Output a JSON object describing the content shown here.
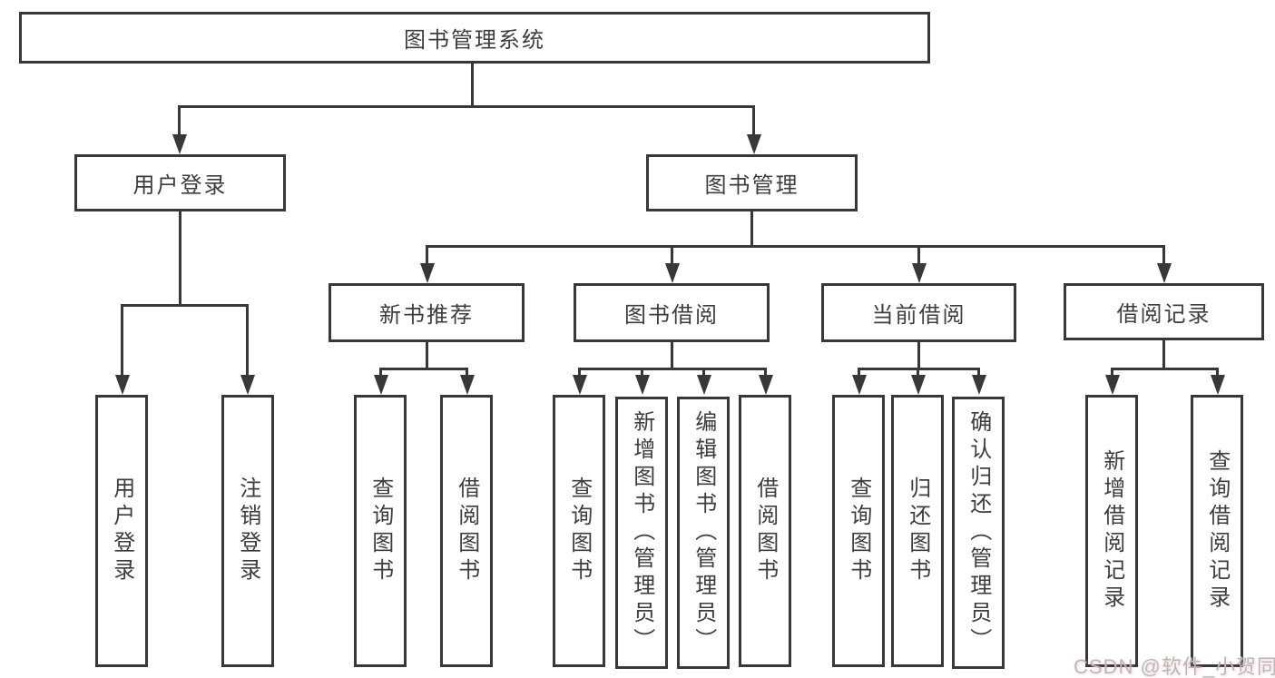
{
  "diagram": {
    "root": {
      "label": "图书管理系统"
    },
    "level1": [
      {
        "label": "用户登录"
      },
      {
        "label": "图书管理"
      }
    ],
    "level2": [
      {
        "label": "新书推荐"
      },
      {
        "label": "图书借阅"
      },
      {
        "label": "当前借阅"
      },
      {
        "label": "借阅记录"
      }
    ],
    "leaves": {
      "user_login": [
        {
          "label": "用户登录"
        },
        {
          "label": "注销登录"
        }
      ],
      "new_books": [
        {
          "label": "查询图书"
        },
        {
          "label": "借阅图书"
        }
      ],
      "book_borrow": [
        {
          "label": "查询图书"
        },
        {
          "label": "新增图书（管理员）"
        },
        {
          "label": "编辑图书（管理员）"
        },
        {
          "label": "借阅图书"
        }
      ],
      "current_borrow": [
        {
          "label": "查询图书"
        },
        {
          "label": "归还图书"
        },
        {
          "label": "确认归还（管理员）"
        }
      ],
      "borrow_records": [
        {
          "label": "新增借阅记录"
        },
        {
          "label": "查询借阅记录"
        }
      ]
    },
    "line_color": "#383838"
  },
  "watermark": {
    "text": "CSDN @软件_小贺同学"
  }
}
